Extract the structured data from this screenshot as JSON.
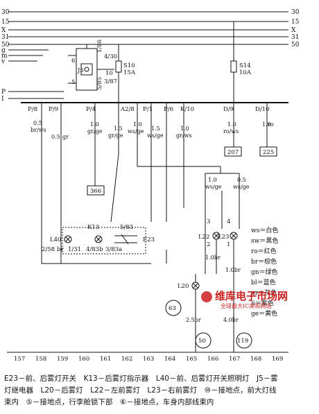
{
  "bus_lines_right": [
    "30",
    "15",
    "X",
    "31",
    "50"
  ],
  "bus_lines_left": [
    "30",
    "15",
    "X",
    "31",
    "50"
  ],
  "left_signal_labels": [
    "g",
    "m",
    "v"
  ],
  "relay": {
    "label": "J5",
    "pins": [
      "6",
      "1/86",
      "4/30",
      "5",
      "5/85",
      "10",
      "3/87"
    ]
  },
  "fuse_s10": {
    "name": "S10",
    "rating": "15A"
  },
  "fuse_s14": {
    "name": "S14",
    "rating": "10A"
  },
  "lines_p": [
    "P",
    "I"
  ],
  "connector_pins": [
    "P/8",
    "P/9",
    "P/4",
    "A2/8",
    "P/1",
    "P/6",
    "K/10",
    "D/9",
    "D/10"
  ],
  "wires": [
    {
      "size": "0.5",
      "color": "br/ws"
    },
    {
      "size": "0.5",
      "color": "gr"
    },
    {
      "size": "1.0",
      "color": "gr/ge"
    },
    {
      "size": "1.5",
      "color": "gr/ge"
    },
    {
      "size": "1.0",
      "color": "ws/ge"
    },
    {
      "size": "1.5",
      "color": "ws/ge"
    },
    {
      "size": "1.0",
      "color": "gr/ws"
    },
    {
      "size": "1.0",
      "color": "ro/ws"
    },
    {
      "size": "1.0",
      "color": "ro"
    }
  ],
  "terminals": [
    "207",
    "225",
    "366"
  ],
  "k13": {
    "label": "K13",
    "switch_label": "5/83",
    "e23": "E23",
    "l40": "L40"
  },
  "switch_pins": [
    "2/58",
    "br",
    "1/31",
    "4/83b",
    "3/83a"
  ],
  "lower_wires": [
    {
      "size": "1.0",
      "color": "ws/ge"
    },
    {
      "size": "0.5",
      "color": "ws/ge"
    },
    {
      "size": "1.0br"
    },
    {
      "size": "1.0br"
    },
    {
      "size": "2.5br"
    },
    {
      "size": "4.0br"
    }
  ],
  "lamp_labels": [
    "L22",
    "L23",
    "L20"
  ],
  "lamp_pins": [
    "3",
    "4",
    "2",
    "1"
  ],
  "ground_points": [
    "63",
    "50",
    "119"
  ],
  "legend": [
    "ws＝白色",
    "sw＝黑色",
    "ro＝红色",
    "br＝棕色",
    "gn＝绿色",
    "bl＝蓝色",
    "gr＝灰色",
    "li＝紫色",
    "ge＝黄色"
  ],
  "grid_numbers": [
    "157",
    "158",
    "159",
    "160",
    "161",
    "162",
    "163",
    "164",
    "165",
    "166",
    "167",
    "168",
    "169"
  ],
  "watermark": {
    "title": "维库电子市场网",
    "subtitle": "全球最大IC采购网站"
  },
  "caption": {
    "line1": "E23－前、后雾灯开关　K13－后雾灯指示器　L40－前、后雾灯开关照明灯　J5－雾",
    "line2": "灯继电器　L20－后雾灯　L22－左前雾灯　L23－右前雾灯　⑩－接地点，前大灯线",
    "line3": "束内　⑤－接地点，行李舱锁下部　⑥－接地点，车身内部线束内"
  },
  "colors": {
    "line": "#111111",
    "watermark": "#cc1f1f"
  }
}
